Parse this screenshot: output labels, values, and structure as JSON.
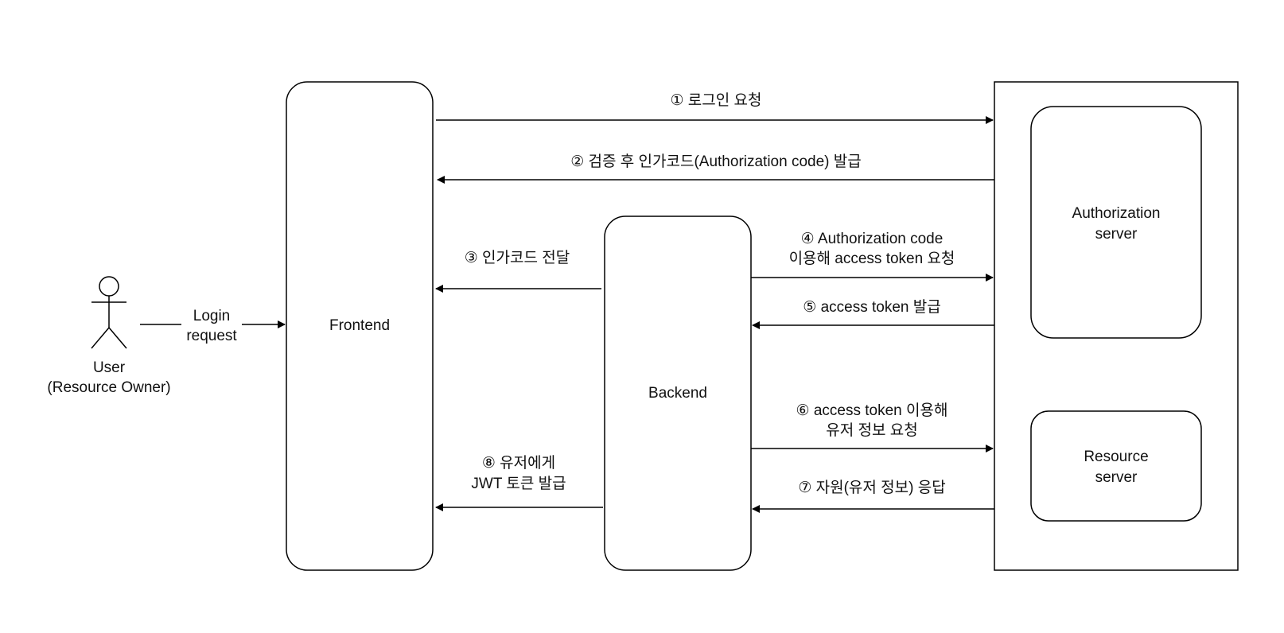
{
  "actor": {
    "label_line1": "User",
    "label_line2": "(Resource Owner)",
    "icon": "stick-figure-icon"
  },
  "nodes": {
    "frontend": "Frontend",
    "backend": "Backend",
    "auth_server_line1": "Authorization",
    "auth_server_line2": "server",
    "resource_server_line1": "Resource",
    "resource_server_line2": "server"
  },
  "edges": {
    "login_request_line1": "Login",
    "login_request_line2": "request",
    "step1": "① 로그인 요청",
    "step2": "② 검증 후 인가코드(Authorization code) 발급",
    "step3": "③ 인가코드 전달",
    "step4_line1": "④ Authorization code",
    "step4_line2": "이용해 access token 요청",
    "step5": "⑤ access token 발급",
    "step6_line1": "⑥ access token 이용해",
    "step6_line2": "유저 정보 요청",
    "step7": "⑦ 자원(유저 정보) 응답",
    "step8_line1": "⑧ 유저에게",
    "step8_line2": "JWT 토큰 발급"
  },
  "colors": {
    "stroke": "#000000",
    "text": "#111111",
    "background": "#ffffff"
  }
}
